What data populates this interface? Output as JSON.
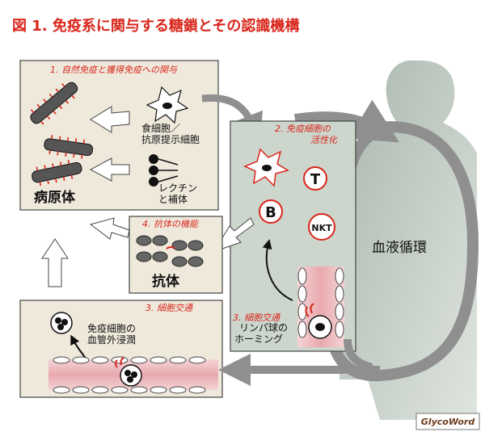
{
  "title": "図 1. 免疫系に関与する糖鎖とその認識機構",
  "panels": {
    "p1": {
      "title": "1. 自然免疫と獲得免疫への関与",
      "phagocyte_label_1": "食細胞／",
      "phagocyte_label_2": "抗原提示細胞",
      "lectin_label_1": "レクチン",
      "lectin_label_2": "と補体",
      "pathogen_label": "病原体"
    },
    "p2": {
      "title_1": "2. 免疫細胞の",
      "title_2": "活性化",
      "cell_t": "T",
      "cell_b": "B",
      "cell_nkt": "NKT",
      "homing_title": "3. 細胞交通",
      "homing_label_1": "リンパ球の",
      "homing_label_2": "ホーミング"
    },
    "p4": {
      "title": "4. 抗体の機能",
      "antibody_label": "抗体"
    },
    "p3": {
      "title": "3. 細胞交通",
      "extravasation_label_1": "免疫細胞の",
      "extravasation_label_2": "血管外浸潤"
    }
  },
  "circulation_label": "血液循環",
  "logo": "GlycoWord",
  "colors": {
    "title_red": "#d9261c",
    "panel_beige": "#efe9dc",
    "panel_green": "#cdd6cd",
    "vessel_pink": "#e9a9ae",
    "arrow_gray": "#8f8f8f"
  }
}
